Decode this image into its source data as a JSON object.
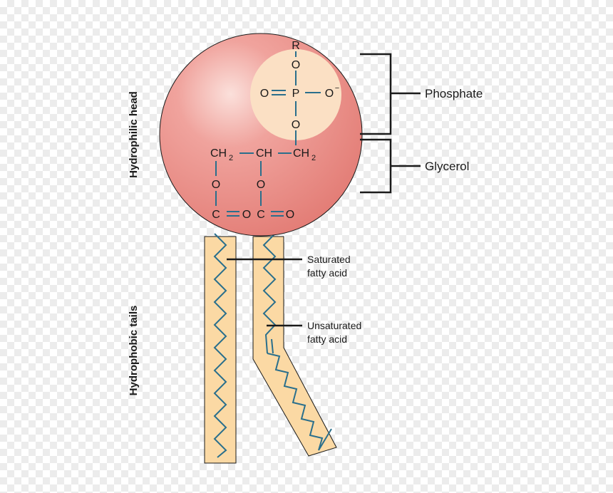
{
  "regions": {
    "head": "Hydrophilic head",
    "tails": "Hydrophobic tails"
  },
  "callouts": {
    "phosphate": "Phosphate",
    "glycerol": "Glycerol",
    "saturated_line1": "Saturated",
    "saturated_line2": "fatty acid",
    "unsaturated_line1": "Unsaturated",
    "unsaturated_line2": "fatty acid"
  },
  "atoms": {
    "r": "R",
    "o": "O",
    "p": "P",
    "o_minus": "O",
    "minus": "−",
    "ch2": "CH",
    "ch": "CH",
    "sub2": "2",
    "c": "C"
  },
  "colors": {
    "head": "#e37d76",
    "phosphate_zone": "#fbe0c4",
    "tail": "#fbd9a4",
    "bond": "#2a6f8c",
    "chain": "#2a6f8c"
  }
}
